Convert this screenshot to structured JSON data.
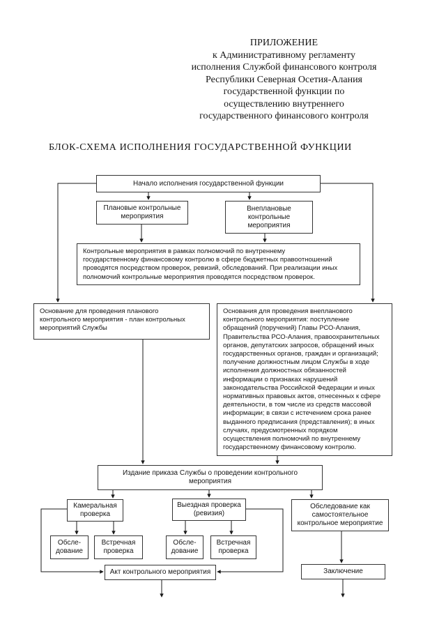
{
  "page": {
    "header_lines": [
      "ПРИЛОЖЕНИЕ",
      "к Административному регламенту",
      "исполнения Службой финансового контроля",
      "Республики Северная Осетия-Алания",
      "государственной функции по",
      "осуществлению внутреннего",
      "государственного финансового контроля"
    ],
    "title": "БЛОК-СХЕМА ИСПОЛНЕНИЯ ГОСУДАРСТВЕННОЙ ФУНКЦИИ"
  },
  "flowchart": {
    "nodes": {
      "start": "Начало исполнения государственной функции",
      "planned": "Плановые контрольные\nмероприятия",
      "unplanned": "Внеплановые\nконтрольные\nмероприятия",
      "scope_note": "Контрольные мероприятия в рамках полномочий по внутреннему\nгосударственному финансовому контролю в сфере бюджетных правоотношений\nпроводятся посредством проверок, ревизий, обследований. При реализации иных\nполномочий контрольные мероприятия проводятся посредством проверок.",
      "planned_basis": "Основание для проведения планового\nконтрольного мероприятия - план контрольных\nмероприятий Службы",
      "unplanned_basis": "Основания для проведения внепланового\nконтрольного мероприятия:  поступление\nобращений (поручений) Главы РСО-Алания,\nПравительства РСО-Алания, правоохранительных\nорганов, депутатских запросов, обращений иных\nгосударственных органов, граждан и организаций;\nполучение должностным лицом Службы в ходе\nисполнения должностных обязанностей\nинформации о признаках нарушений\nзаконодательства Российской Федерации и иных\nнормативных правовых актов, отнесенных к сфере\nдеятельности, в том числе из средств массовой\nинформации; в связи с истечением срока ранее\nвыданного предписания (представления); в иных\nслучаях, предусмотренных порядком\nосуществления полномочий по внутреннему\nгосударственному финансовому контролю.",
      "order": "Издание приказа Службы о проведении контрольного\nмероприятия",
      "desk_audit": "Камеральная\nпроверка",
      "field_audit": "Выездная проверка\n(ревизия)",
      "standalone_survey": "Обследование как\nсамостоятельное\nконтрольное мероприятие",
      "survey_1": "Обсле-\nдование",
      "counter_check_1": "Встречная\nпроверка",
      "survey_2": "Обсле-\nдование",
      "counter_check_2": "Встречная\nпроверка",
      "act": "Акт контрольного мероприятия",
      "conclusion": "Заключение"
    },
    "colors": {
      "line": "#1a1a1a",
      "box_border": "#333333",
      "background": "#ffffff",
      "text": "#161616"
    }
  }
}
